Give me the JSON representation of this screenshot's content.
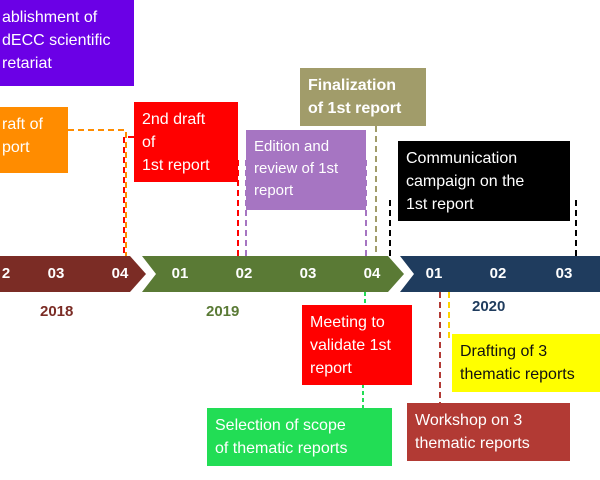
{
  "colors": {
    "band_2018": "#7b2c25",
    "band_2019": "#5a7a35",
    "band_2020": "#1f3c5e",
    "establishment": "#6b00e6",
    "first_draft": "#ff8c00",
    "second_draft": "#ff0000",
    "edition_review": "#a675c2",
    "finalization": "#a19c6a",
    "communication": "#000000",
    "meeting": "#ff0000",
    "selection": "#22dd55",
    "drafting_thematic": "#ffff00",
    "workshop": "#b23a34"
  },
  "timeline": {
    "years": [
      {
        "label": "2018",
        "color": "#7b2c25"
      },
      {
        "label": "2019",
        "color": "#5a7a35"
      },
      {
        "label": "2020",
        "color": "#1f3c5e"
      }
    ],
    "ticks_2018": [
      "2",
      "03",
      "04"
    ],
    "ticks_2019": [
      "01",
      "02",
      "03",
      "04"
    ],
    "ticks_2020": [
      "01",
      "02",
      "03"
    ]
  },
  "events": {
    "establishment": "ablishment of\ndECC scientific\nretariat",
    "first_draft": "raft of\nport",
    "second_draft": "2nd draft\nof\n1st report",
    "edition_review": "Edition and\nreview of 1st\nreport",
    "finalization": "Finalization\nof 1st report",
    "communication": "Communication\ncampaign on the\n1st report",
    "meeting": "Meeting to\nvalidate 1st\nreport",
    "selection": "Selection of scope\nof thematic reports",
    "drafting_thematic": "Drafting of 3\nthematic reports",
    "workshop": "Workshop on 3\nthematic reports"
  }
}
